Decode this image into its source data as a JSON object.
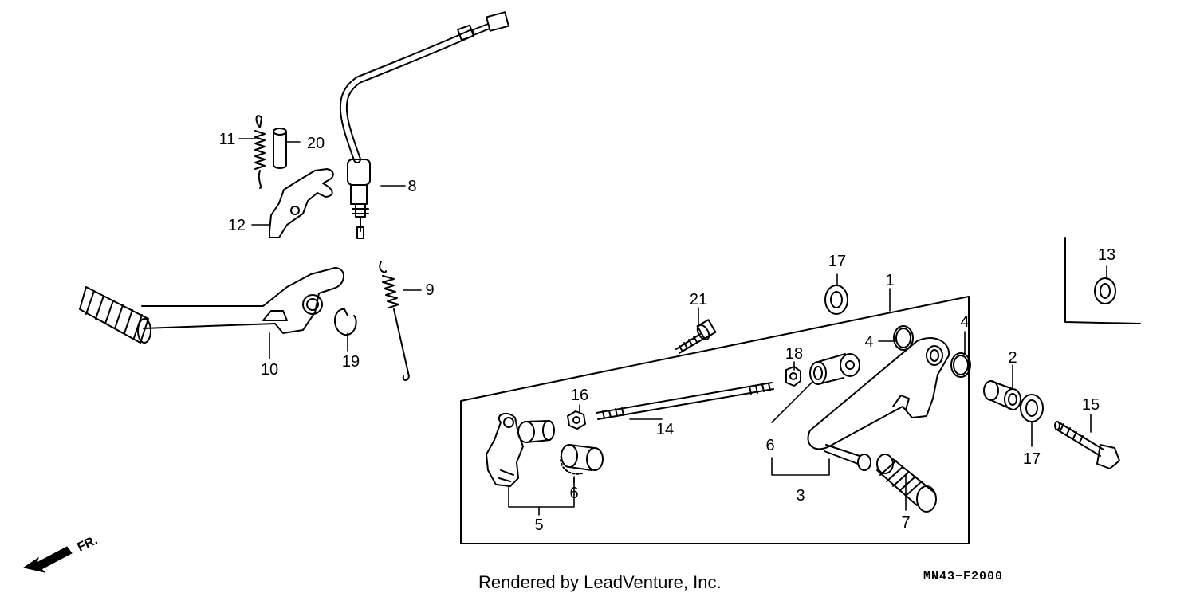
{
  "callouts": {
    "c1": "1",
    "c2": "2",
    "c3": "3",
    "c4a": "4",
    "c4b": "4",
    "c5": "5",
    "c6a": "6",
    "c6b": "6",
    "c7": "7",
    "c8": "8",
    "c9": "9",
    "c10": "10",
    "c11": "11",
    "c12": "12",
    "c13": "13",
    "c14": "14",
    "c15": "15",
    "c16": "16",
    "c17a": "17",
    "c17b": "17",
    "c18": "18",
    "c19": "19",
    "c20": "20",
    "c21": "21"
  },
  "direction_label": "FR.",
  "footer": {
    "credit": "Rendered by LeadVenture, Inc.",
    "diagram_code": "MN43−F2000"
  }
}
